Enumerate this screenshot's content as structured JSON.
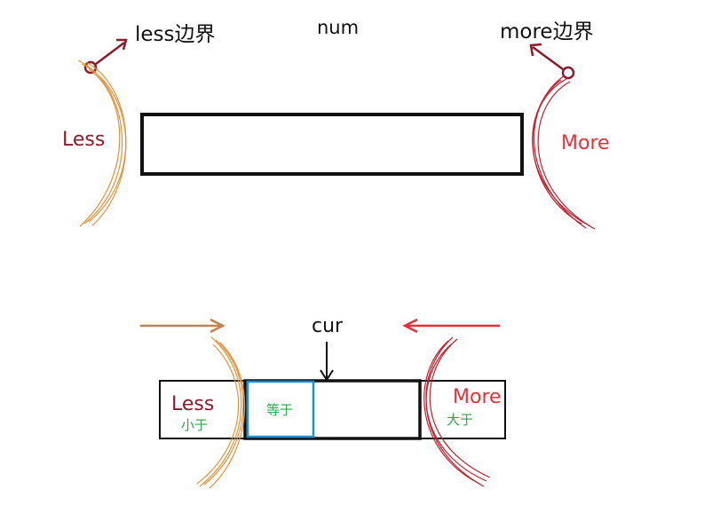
{
  "top": {
    "num_label": "num",
    "less_boundary_label": "less边界",
    "more_boundary_label": "more边界",
    "less_label": "Less",
    "more_label": "More"
  },
  "bottom": {
    "cur_label": "cur",
    "less_label": "Less",
    "less_sub": "小于",
    "equal_label": "等于",
    "more_label": "More",
    "more_sub": "大于"
  },
  "colors": {
    "less_text": "#8b1a2b",
    "more_text": "#e8303a",
    "orange_curve": "#e0923a",
    "red_curve": "#c0202e",
    "arrow_brown": "#c08050",
    "arrow_red": "#e03038",
    "equal_box": "#1e90d0",
    "green_text": "#2aa84a",
    "boundary_arrow": "#8b1a2b"
  }
}
